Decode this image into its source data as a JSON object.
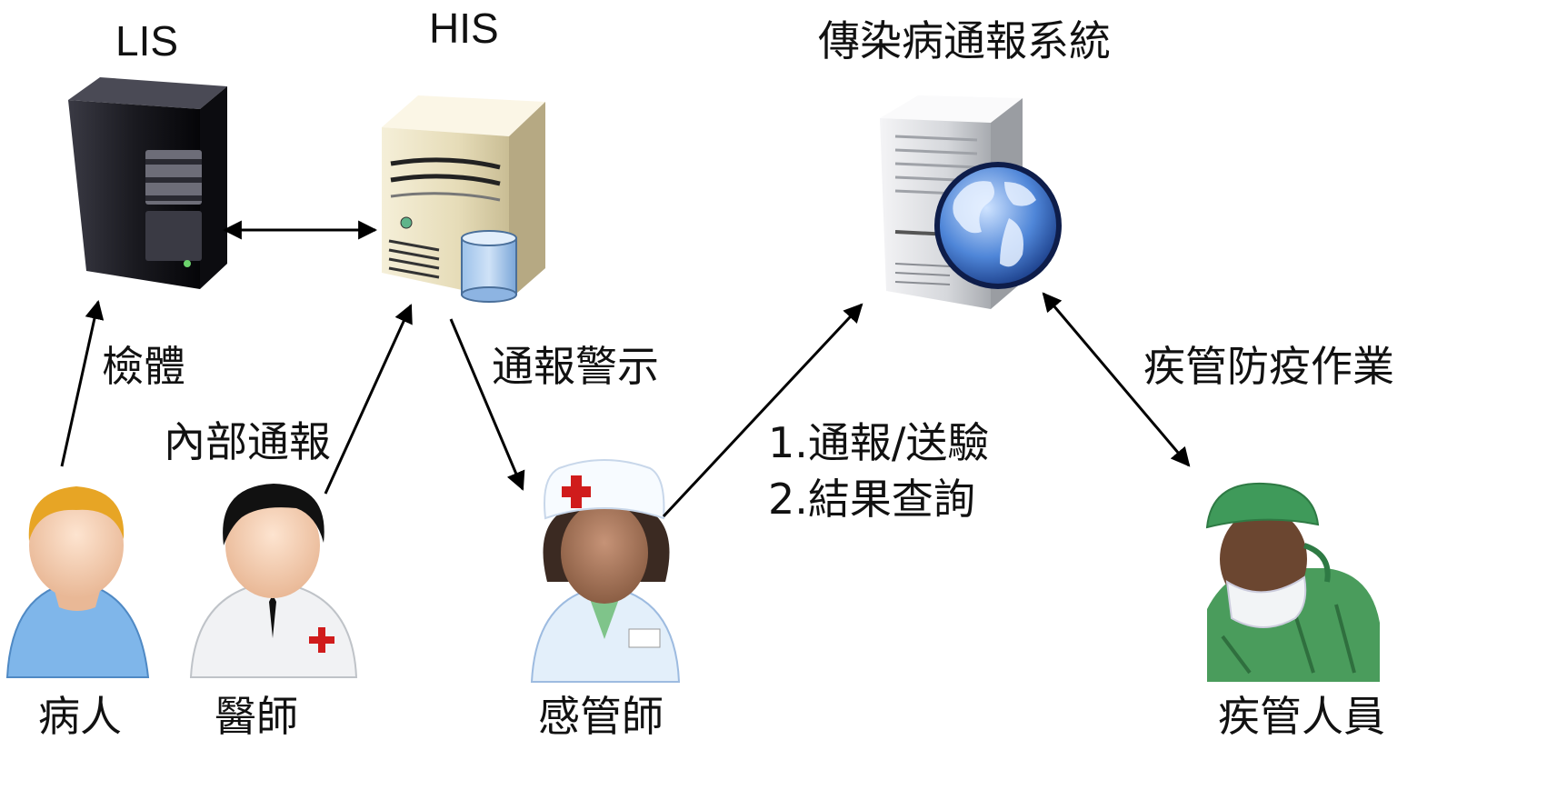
{
  "systems": {
    "lis": {
      "label": "LIS"
    },
    "his": {
      "label": "HIS"
    },
    "report_system": {
      "label": "傳染病通報系統"
    }
  },
  "people": {
    "patient": {
      "label": "病人"
    },
    "doctor": {
      "label": "醫師"
    },
    "infection_nurse": {
      "label": "感管師"
    },
    "cdc_staff": {
      "label": "疾管人員"
    }
  },
  "flows": {
    "specimen": {
      "label": "檢體"
    },
    "internal_report": {
      "label": "內部通報"
    },
    "report_alert": {
      "label": "通報警示"
    },
    "report_steps": [
      "1.通報/送驗",
      "2.結果查詢"
    ],
    "cdc_work": {
      "label": "疾管防疫作業"
    }
  }
}
